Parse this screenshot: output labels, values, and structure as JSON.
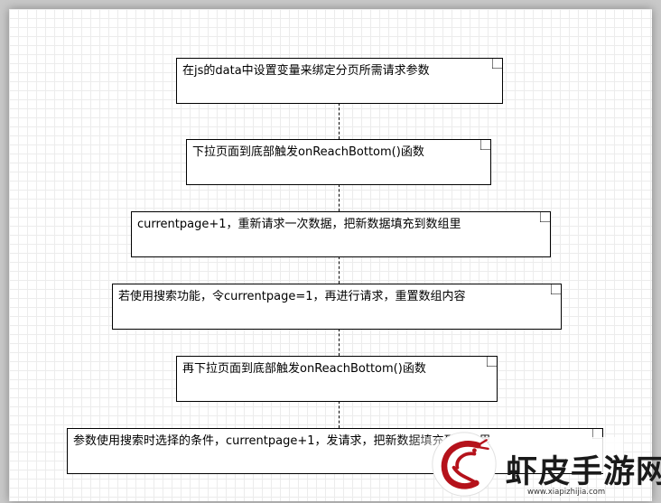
{
  "steps": [
    "在js的data中设置变量来绑定分页所需请求参数",
    "下拉页面到底部触发onReachBottom()函数",
    "currentpage+1，重新请求一次数据，把新数据填充到数组里",
    "若使用搜索功能，令currentpage=1，再进行请求，重置数组内容",
    "再下拉页面到底部触发onReachBottom()函数",
    "参数使用搜索时选择的条件，currentpage+1，发请求，把新数据填充到数组里"
  ],
  "watermark": {
    "text": "虾皮手游网",
    "url": "www.xiapizhijia.com",
    "accent_color": "#b5121b"
  }
}
